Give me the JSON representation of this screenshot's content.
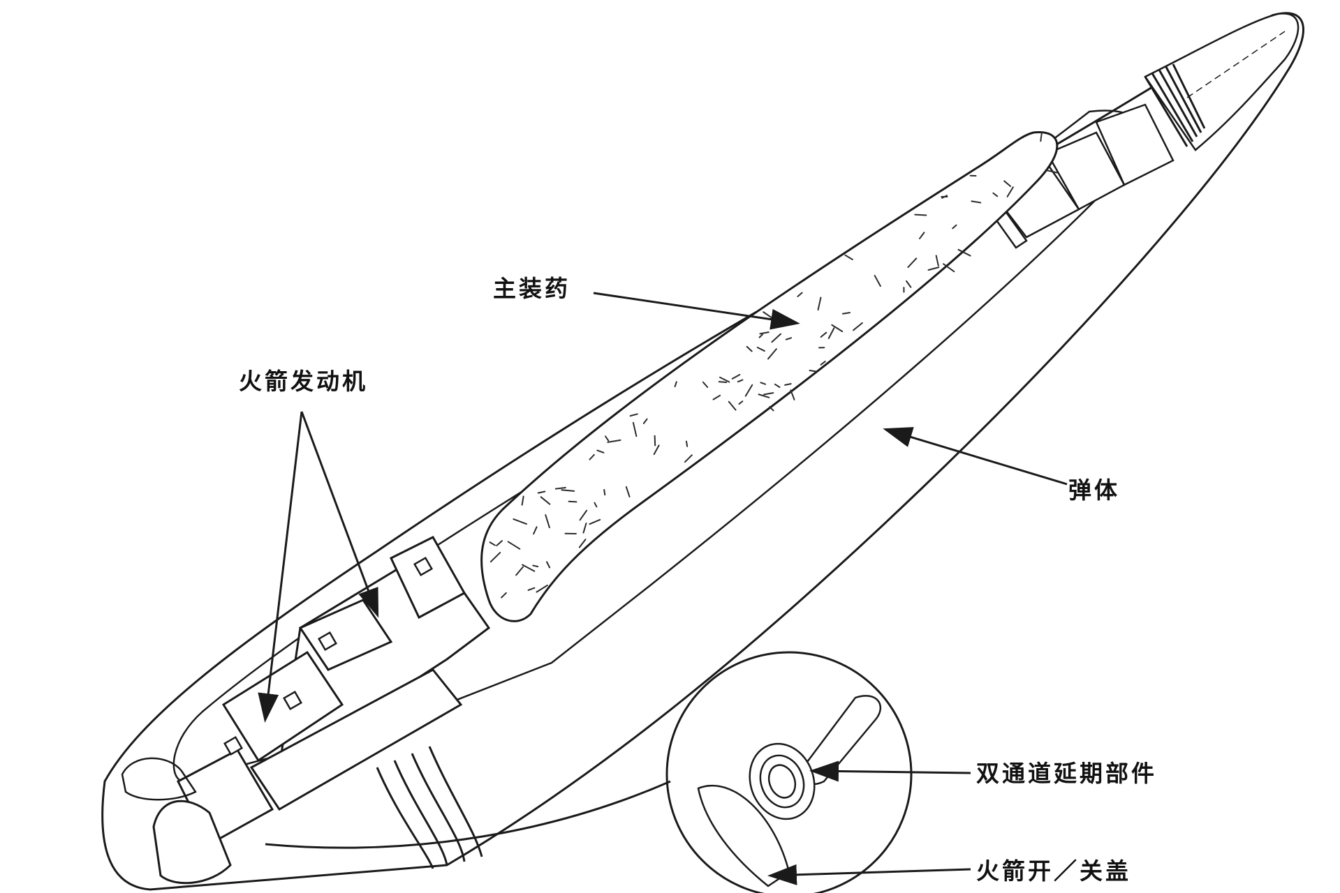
{
  "labels": {
    "main_charge": "主装药",
    "rocket_motor": "火箭发动机",
    "projectile_body": "弹体",
    "dual_channel_delay": "双通道延期部件",
    "rocket_cover": "火箭开／关盖"
  },
  "colors": {
    "line": "#1a1a1a",
    "fill": "#ffffff",
    "speckle": "#2a2a2a"
  }
}
